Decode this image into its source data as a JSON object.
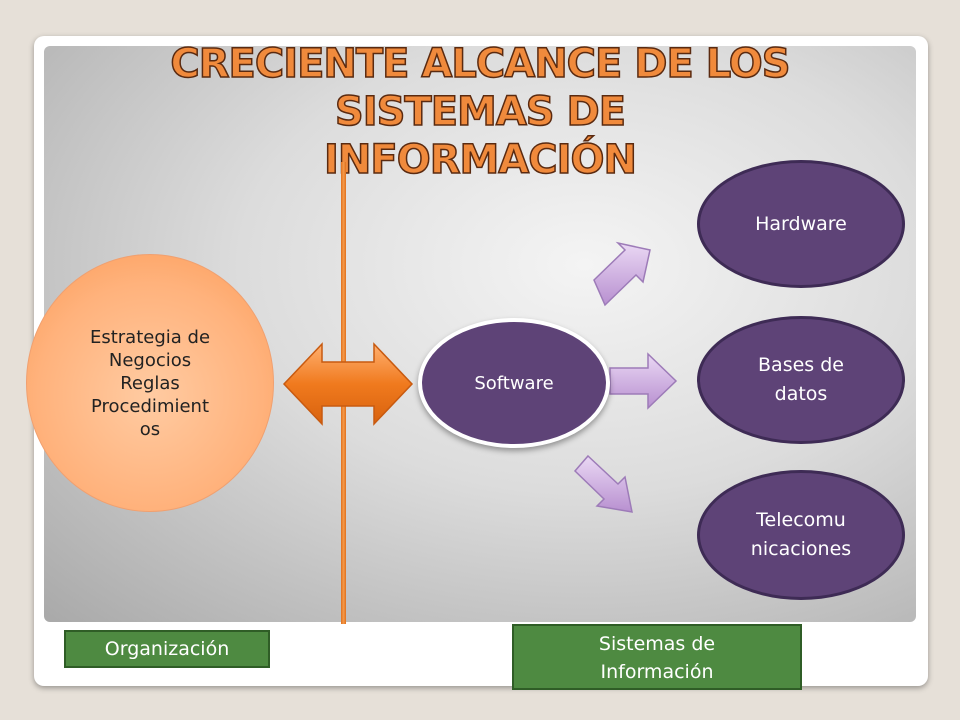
{
  "title": {
    "line1": "CRECIENTE ALCANCE DE LOS SISTEMAS DE",
    "line2": "INFORMACIÓN"
  },
  "nodes": {
    "strategy": {
      "line1": "Estrategia de",
      "line2": "Negocios",
      "line3": "Reglas",
      "line4": "Procedimient",
      "line5": "os"
    },
    "software": "Software",
    "hardware": "Hardware",
    "databases": {
      "line1": "Bases de",
      "line2": "datos"
    },
    "telecom": {
      "line1": "Telecomu",
      "line2": "nicaciones"
    }
  },
  "labels": {
    "organization": "Organización",
    "information_systems": {
      "line1": "Sistemas de",
      "line2": "Información"
    }
  },
  "colors": {
    "title": "#f08a3c",
    "accent_orange": "#f07a1e",
    "purple_node": "#5e4377",
    "arrow_lavender": "#c8a8dc",
    "label_green": "#4e8a41"
  }
}
